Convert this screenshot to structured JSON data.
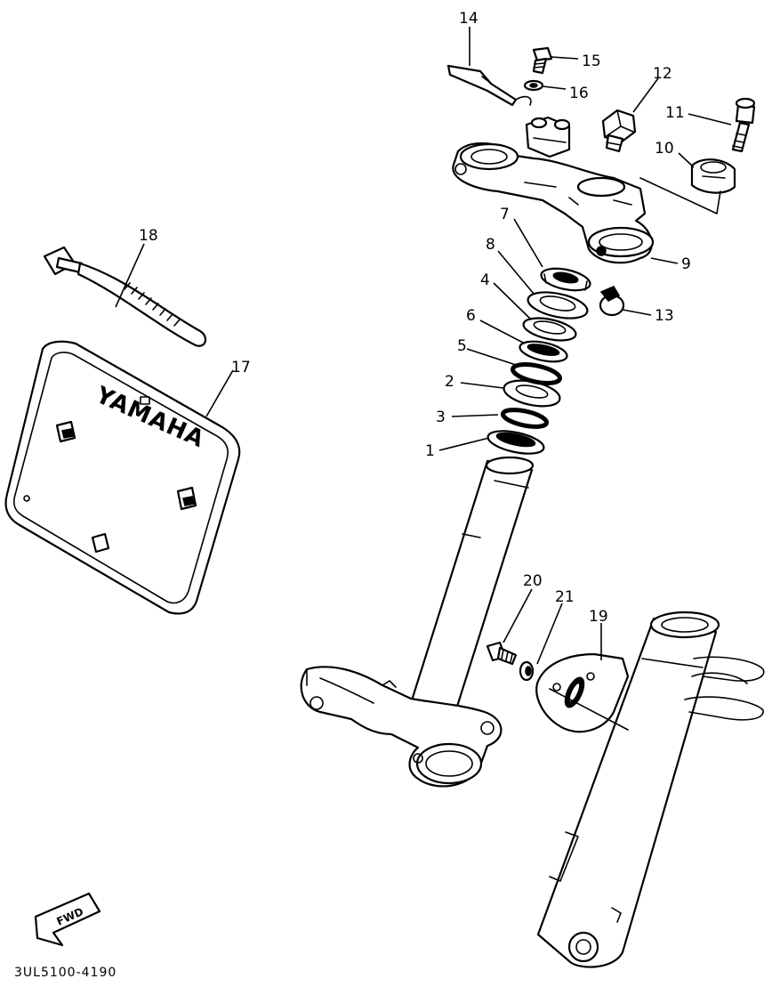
{
  "diagram": {
    "part_code": "3UL5100-4190",
    "fwd_label": "FWD",
    "plate_brand": "YAMAHA",
    "callouts": [
      "1",
      "2",
      "3",
      "4",
      "5",
      "6",
      "7",
      "8",
      "9",
      "10",
      "11",
      "12",
      "13",
      "14",
      "15",
      "16",
      "17",
      "18",
      "19",
      "20",
      "21"
    ]
  }
}
